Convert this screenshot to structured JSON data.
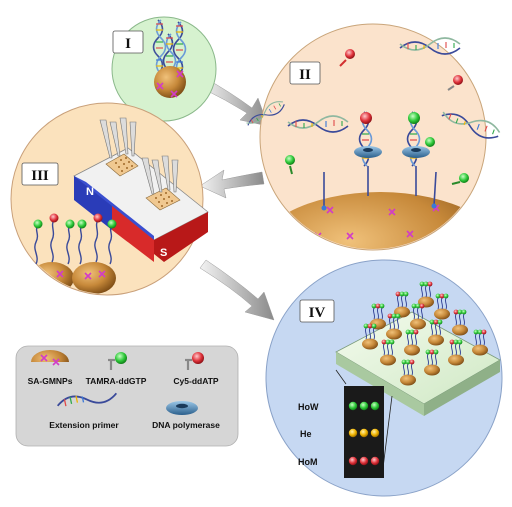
{
  "panels": {
    "p1": {
      "numeral": "I"
    },
    "p2": {
      "numeral": "II"
    },
    "p3": {
      "numeral": "III"
    },
    "p4": {
      "numeral": "IV"
    }
  },
  "magnet": {
    "north_label": "N",
    "south_label": "S"
  },
  "legend": {
    "items": [
      {
        "key": "sa_gmnps",
        "label": "SA-GMNPs"
      },
      {
        "key": "tamra",
        "label": "TAMRA-ddGTP"
      },
      {
        "key": "cy5",
        "label": "Cy5-ddATP"
      },
      {
        "key": "primer",
        "label": "Extension primer"
      },
      {
        "key": "polymerase",
        "label": "DNA polymerase"
      }
    ]
  },
  "genotype_array": {
    "rows": [
      {
        "label": "HoW",
        "color": "#22c21a"
      },
      {
        "label": "He",
        "color": "#f0b400"
      },
      {
        "label": "HoM",
        "color": "#d81818"
      }
    ]
  },
  "colors": {
    "panel1_fill": "#d6f2cf",
    "panel2_fill": "#fbe3cc",
    "panel3_fill": "#fbe2bd",
    "panel4_fill": "#c6d8f2",
    "bead": "#c7893a",
    "tamra_green": "#2fc93a",
    "cy5_red": "#e0333b",
    "legend_bg": "#d6d6d6"
  }
}
